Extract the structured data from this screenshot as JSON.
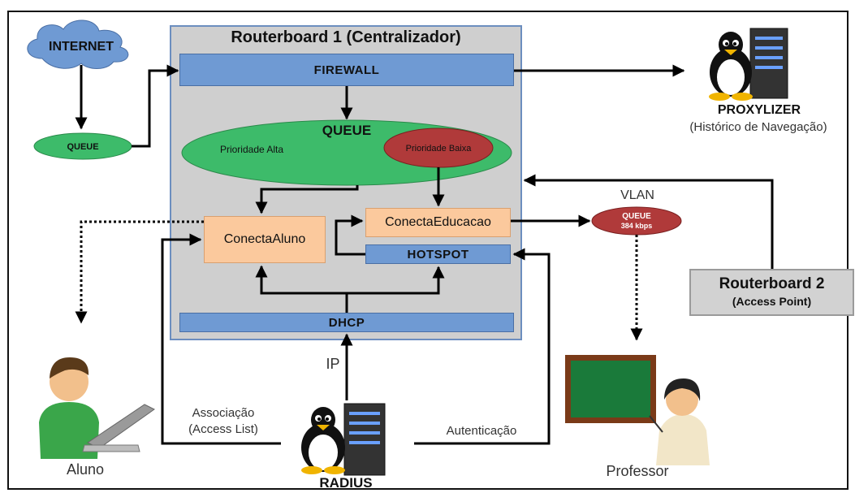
{
  "title": "Routerboard 1 (Centralizador)",
  "internet": "INTERNET",
  "queue_small": "QUEUE",
  "firewall": "FIREWALL",
  "queue_main": {
    "title": "QUEUE",
    "high": "Prioridade Alta",
    "low": "Prioridade Baixa"
  },
  "conecta_aluno": "ConectaAluno",
  "conecta_educacao": "ConectaEducacao",
  "hotspot": "HOTSPOT",
  "dhcp": "DHCP",
  "proxylizer": {
    "name": "PROXYLIZER",
    "desc": "(Histórico de Navegação)"
  },
  "vlan": "VLAN",
  "queue_vlan": {
    "line1": "QUEUE",
    "line2": "384 kbps"
  },
  "routerboard2": {
    "line1": "Routerboard 2",
    "line2": "(Access Point)"
  },
  "ip_label": "IP",
  "associacao": {
    "line1": "Associação",
    "line2": "(Access List)"
  },
  "autenticacao": "Autenticação",
  "radius": "RADIUS",
  "aluno": "Aluno",
  "professor": "Professor",
  "colors": {
    "blue_bar": "#6f9ad3",
    "green_queue": "#3dbb6a",
    "red_queue": "#b03a3a",
    "peach": "#fbc99d",
    "panel_gray": "#cfcfcf",
    "cloud_blue": "#6f9ad3"
  },
  "icons": [
    "cloud-icon",
    "tux-server-icon",
    "student-laptop-icon",
    "teacher-board-icon"
  ]
}
